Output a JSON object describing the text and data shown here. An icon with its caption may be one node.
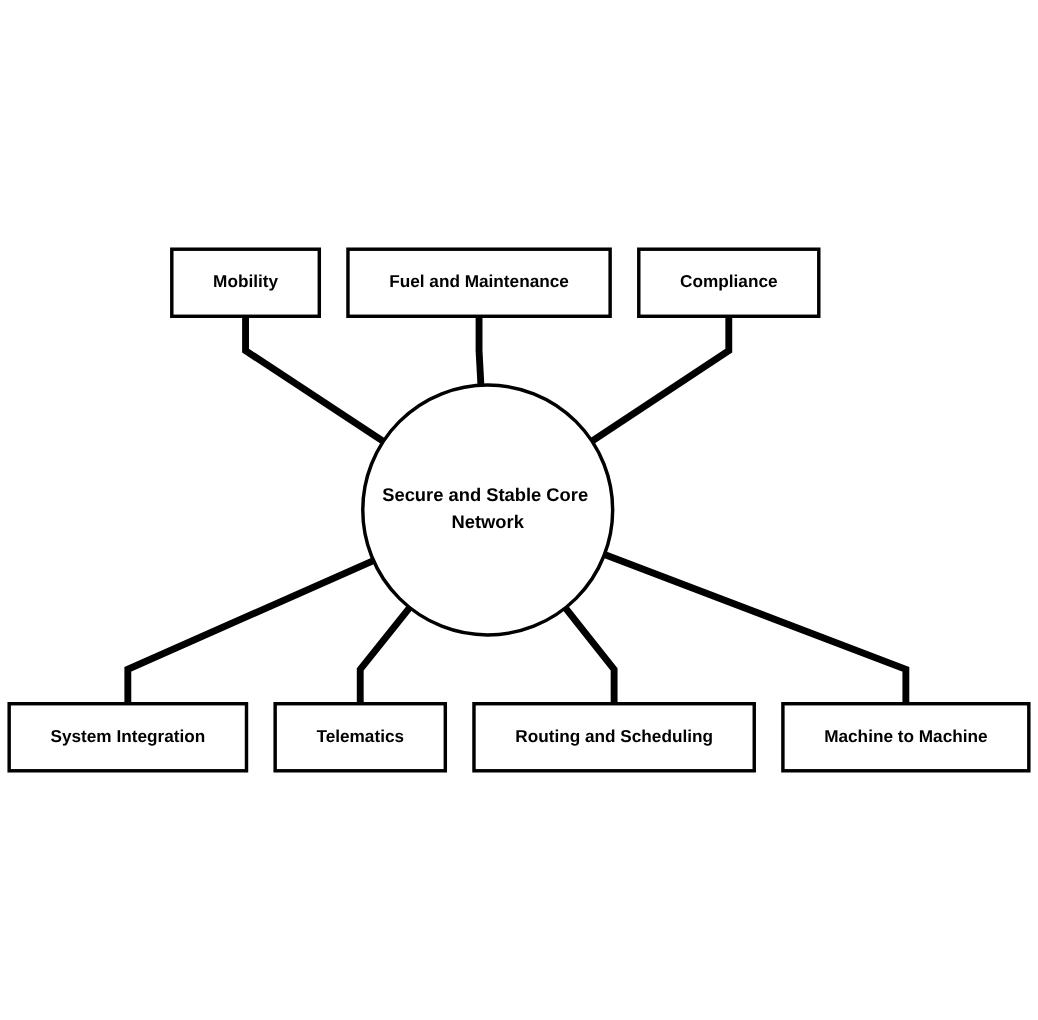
{
  "diagram": {
    "nodes": [
      {
        "text": [
          "Fuel and Maintenance"
        ]
      },
      {
        "text": [
          "Mobility"
        ]
      },
      {
        "text": [
          "Compliance"
        ]
      },
      {
        "text": [
          "Secure and Stable Core Network"
        ]
      },
      {
        "text": [
          "System Integration"
        ]
      },
      {
        "text": [
          "Machine to Machine"
        ]
      },
      {
        "text": [
          "Telematics"
        ]
      },
      {
        "text": [
          "Routing and Scheduling"
        ]
      }
    ],
    "edges": [
      {
        "from": 1,
        "to": 3,
        "arrow": "none"
      },
      {
        "from": 0,
        "to": 3,
        "arrow": "none"
      },
      {
        "from": 2,
        "to": 3,
        "arrow": "none"
      },
      {
        "from": 3,
        "to": 4,
        "arrow": "none"
      },
      {
        "from": 3,
        "to": 6,
        "arrow": "none"
      },
      {
        "from": 3,
        "to": 7,
        "arrow": "none"
      },
      {
        "from": 3,
        "to": 5,
        "arrow": "none"
      }
    ]
  }
}
